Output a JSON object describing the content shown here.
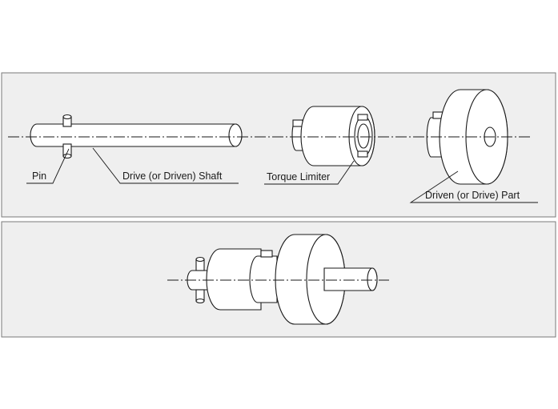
{
  "labels": {
    "pin": "Pin",
    "shaft": "Drive (or Driven) Shaft",
    "limiter": "Torque Limiter",
    "part": "Driven (or Drive) Part"
  }
}
